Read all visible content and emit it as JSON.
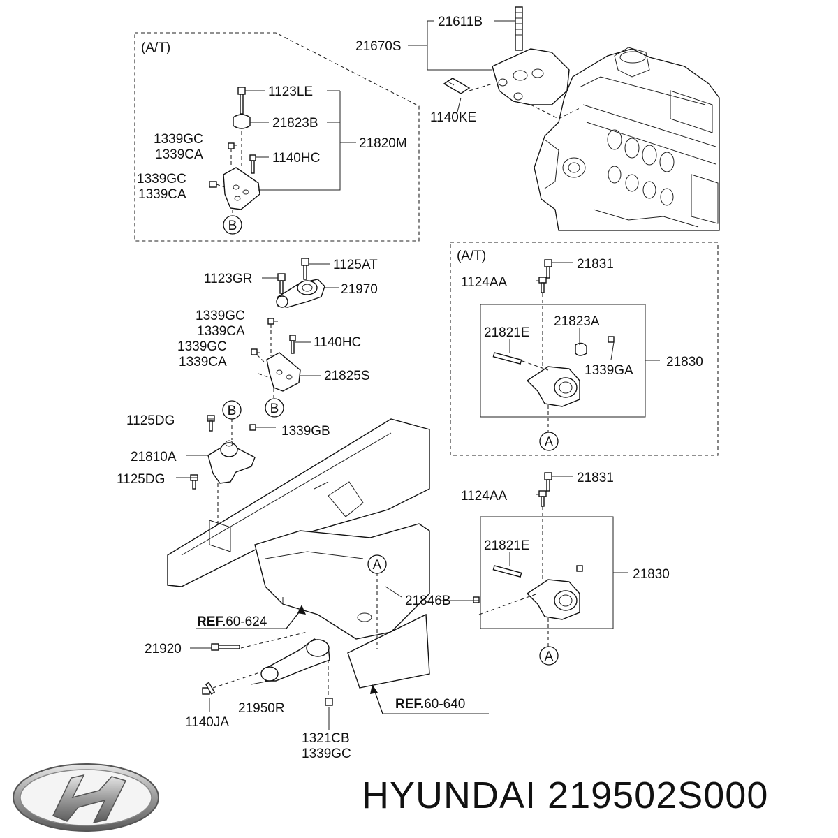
{
  "brand": {
    "name": "HYUNDAI",
    "part_number": "219502S000"
  },
  "boxes": {
    "top_left_tag": "(A/T)",
    "right_tag": "(A/T)"
  },
  "labels": {
    "l21611B": "21611B",
    "l21670S": "21670S",
    "l1140KE": "1140KE",
    "l1123LE": "1123LE",
    "l21823B": "21823B",
    "l1339GC_a": "1339GC",
    "l1339CA_a": "1339CA",
    "l1140HC_a": "1140HC",
    "l21820M": "21820M",
    "l1339GC_b": "1339GC",
    "l1339CA_b": "1339CA",
    "l1125AT": "1125AT",
    "l1123GR": "1123GR",
    "l21970": "21970",
    "l1339GC_c": "1339GC",
    "l1339CA_c": "1339CA",
    "l1140HC_b": "1140HC",
    "l1339GC_d": "1339GC",
    "l1339CA_d": "1339CA",
    "l21825S": "21825S",
    "l1125DG_a": "1125DG",
    "l1339GB": "1339GB",
    "l21810A": "21810A",
    "l1125DG_b": "1125DG",
    "l21831_a": "21831",
    "l1124AA_a": "1124AA",
    "l21821E_a": "21821E",
    "l21823A": "21823A",
    "l1339GA": "1339GA",
    "l21830_a": "21830",
    "l21831_b": "21831",
    "l1124AA_b": "1124AA",
    "l21821E_b": "21821E",
    "l21830_b": "21830",
    "l21846B": "21846B",
    "ref1_bold": "REF.",
    "ref1_num": "60-624",
    "l21920": "21920",
    "l21950R": "21950R",
    "l1140JA": "1140JA",
    "l1321CB": "1321CB",
    "l1339GC_e": "1339GC",
    "ref2_bold": "REF.",
    "ref2_num": "60-640"
  },
  "callouts": {
    "a": "A",
    "b": "B"
  }
}
